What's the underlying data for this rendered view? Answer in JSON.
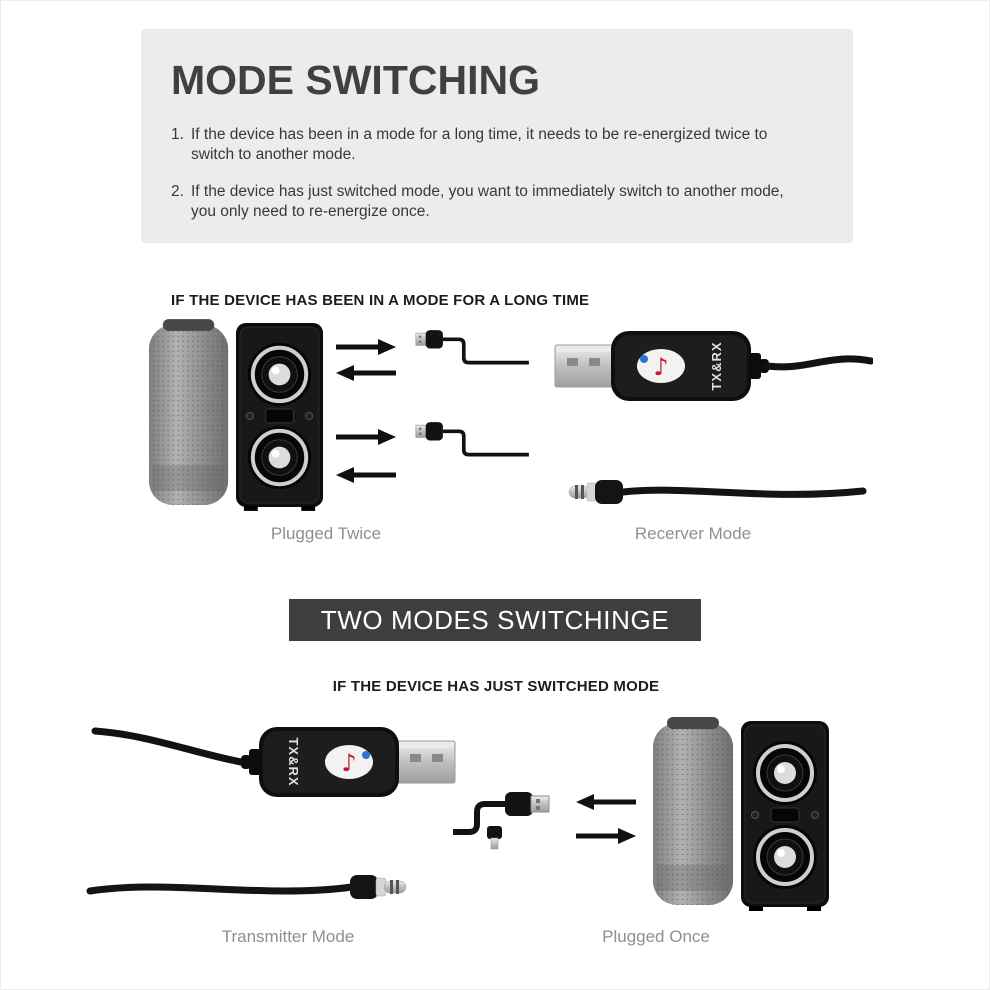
{
  "header_box": {
    "title": "MODE SWITCHING",
    "instructions": [
      {
        "num": "1.",
        "text": "If the device has been in a mode for a long time, it needs to be re-energized twice to switch to another mode."
      },
      {
        "num": "2.",
        "text": "If the device has just switched mode, you want to immediately switch to another mode, you only need to re-energize once."
      }
    ]
  },
  "section_long_time": {
    "heading": "IF THE DEVICE HAS BEEN IN A MODE FOR A LONG TIME",
    "captions": {
      "left": "Plugged Twice",
      "right": "Recerver Mode"
    }
  },
  "banner": {
    "text": "TWO MODES SWITCHINGE"
  },
  "section_just_switched": {
    "heading": "IF THE DEVICE HAS JUST SWITCHED MODE",
    "captions": {
      "left": "Transmitter Mode",
      "right": "Plugged Once"
    }
  },
  "device": {
    "label": "TX&RX"
  },
  "icons": {
    "music_note": "♪",
    "arrow_right": "→",
    "arrow_left": "←"
  },
  "colors": {
    "page_bg": "#ffffff",
    "header_box_bg": "#ececec",
    "banner_bg": "#3e3e3e",
    "banner_text": "#ffffff",
    "caption_text": "#8f8f8f",
    "heading_text": "#1d1d1d",
    "body_text": "#383838",
    "title_text": "#404040",
    "device_body": "#121212",
    "logo_note": "#c2152e"
  }
}
